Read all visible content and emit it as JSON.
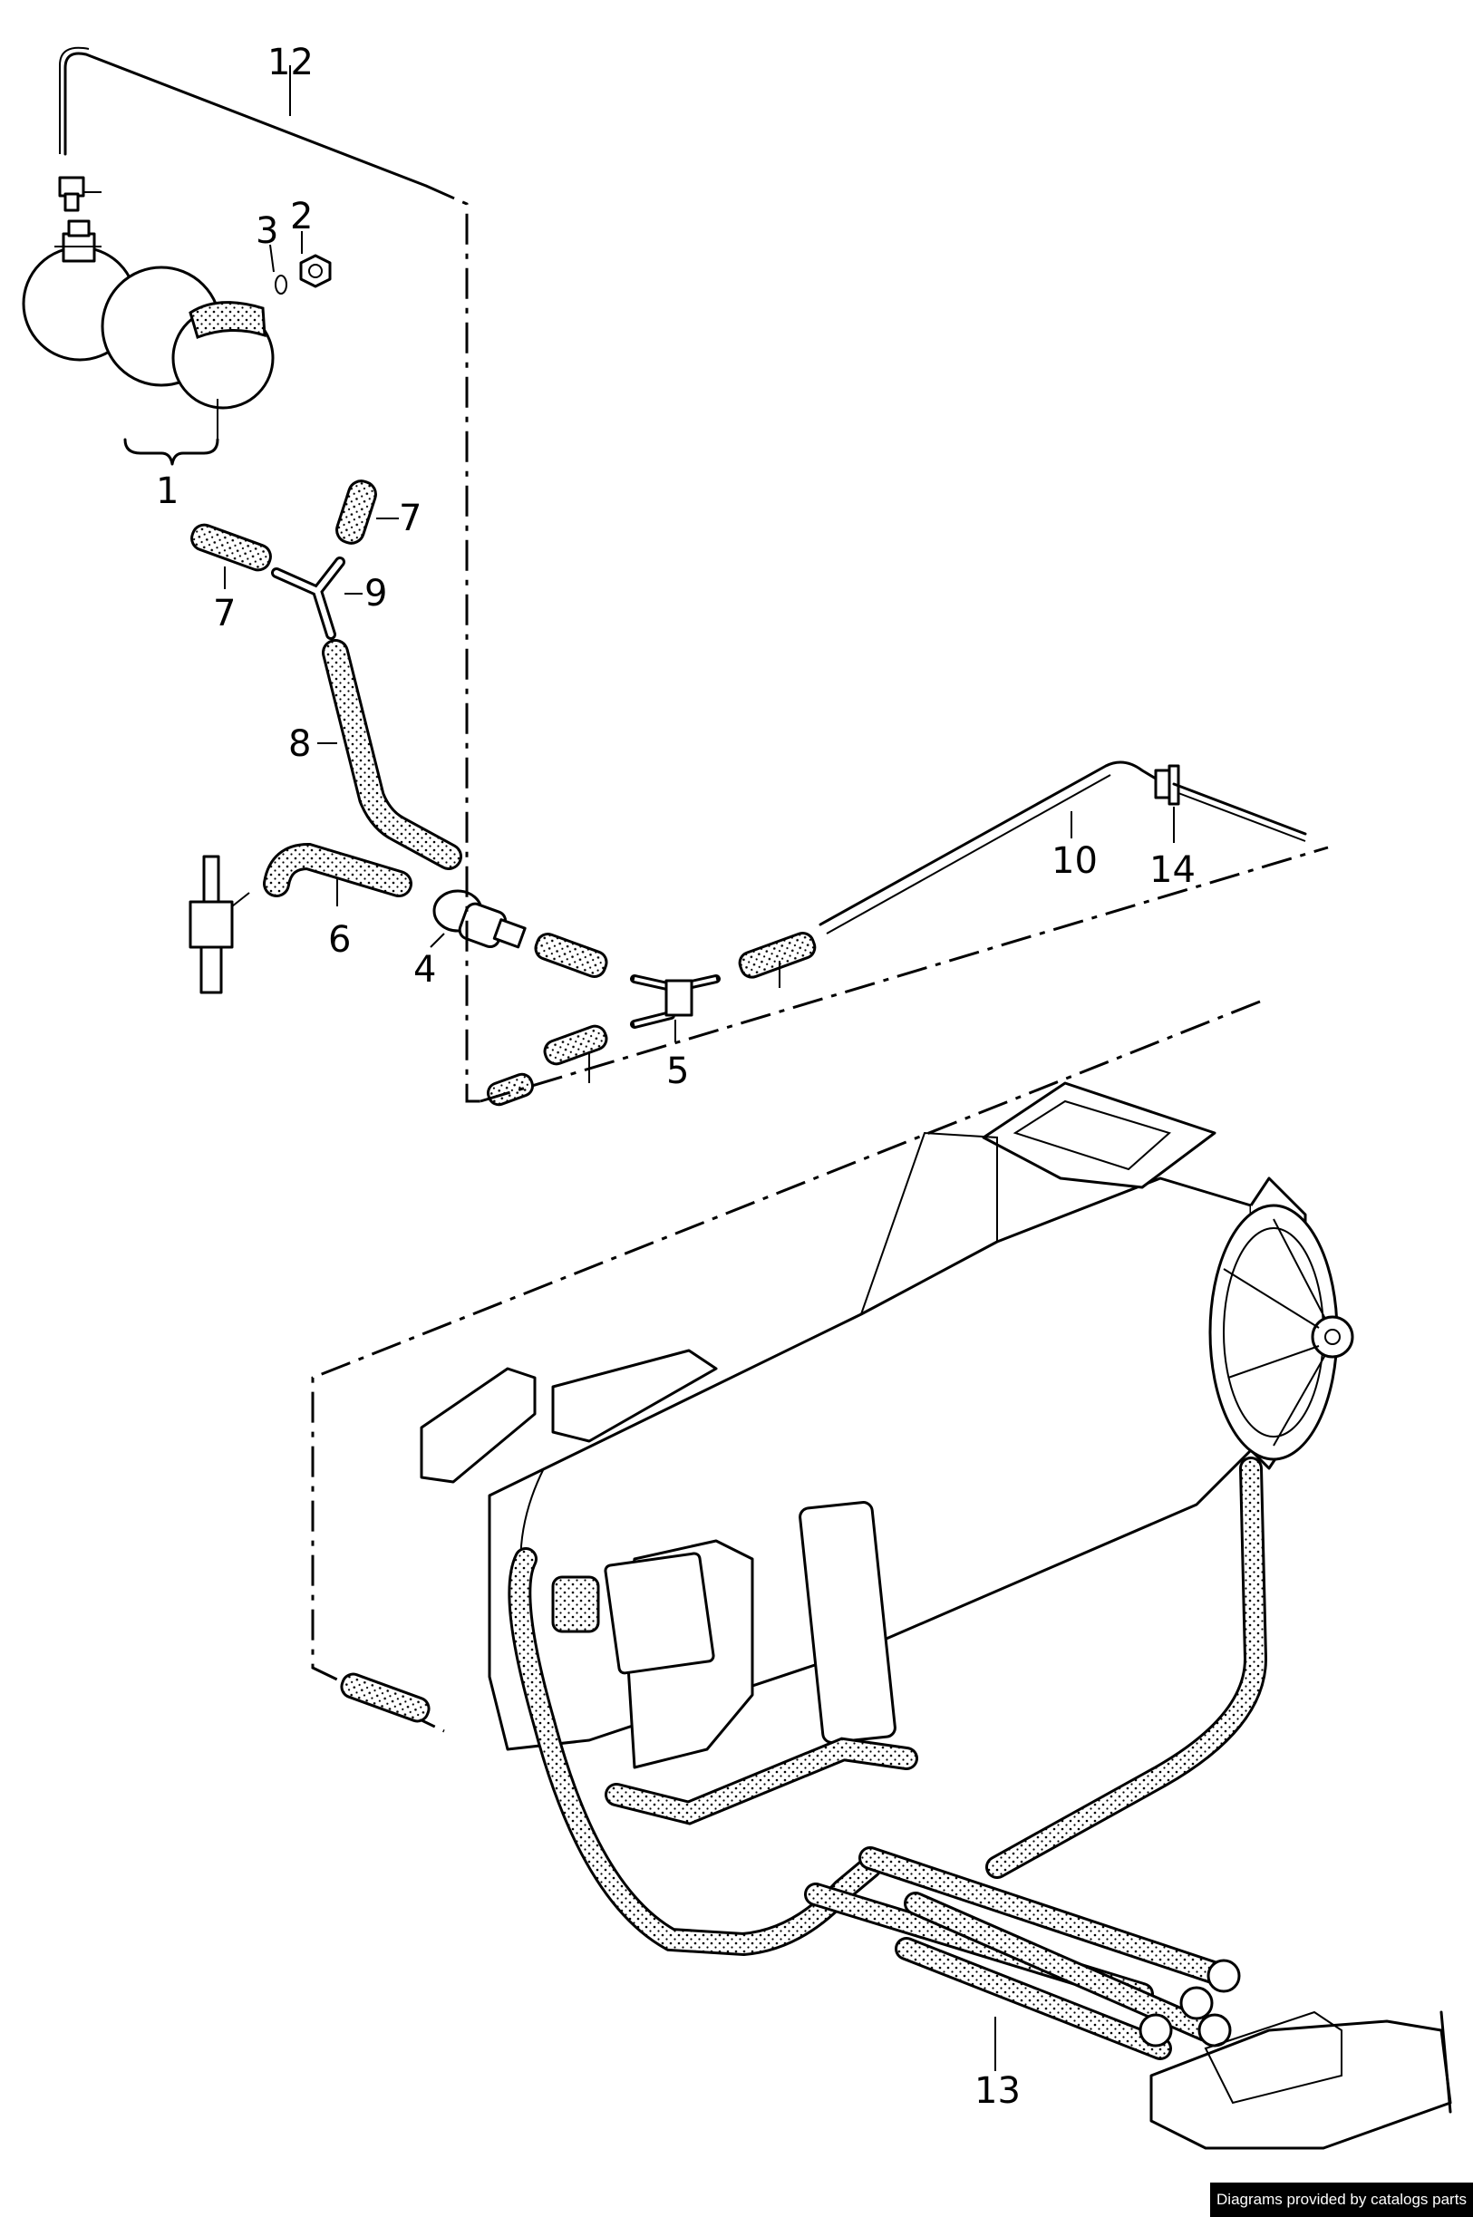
{
  "diagram": {
    "callouts": [
      {
        "id": "c12",
        "label": "12"
      },
      {
        "id": "c3",
        "label": "3"
      },
      {
        "id": "c2",
        "label": "2"
      },
      {
        "id": "c1",
        "label": "1"
      },
      {
        "id": "c7a",
        "label": "7"
      },
      {
        "id": "c9",
        "label": "9"
      },
      {
        "id": "c7b",
        "label": "7"
      },
      {
        "id": "c8",
        "label": "8"
      },
      {
        "id": "c6",
        "label": "6"
      },
      {
        "id": "c4",
        "label": "4"
      },
      {
        "id": "c5",
        "label": "5"
      },
      {
        "id": "c10",
        "label": "10"
      },
      {
        "id": "c14",
        "label": "14"
      },
      {
        "id": "c13",
        "label": "13"
      }
    ]
  },
  "footer": {
    "credit": "Diagrams provided by catalogs parts"
  }
}
